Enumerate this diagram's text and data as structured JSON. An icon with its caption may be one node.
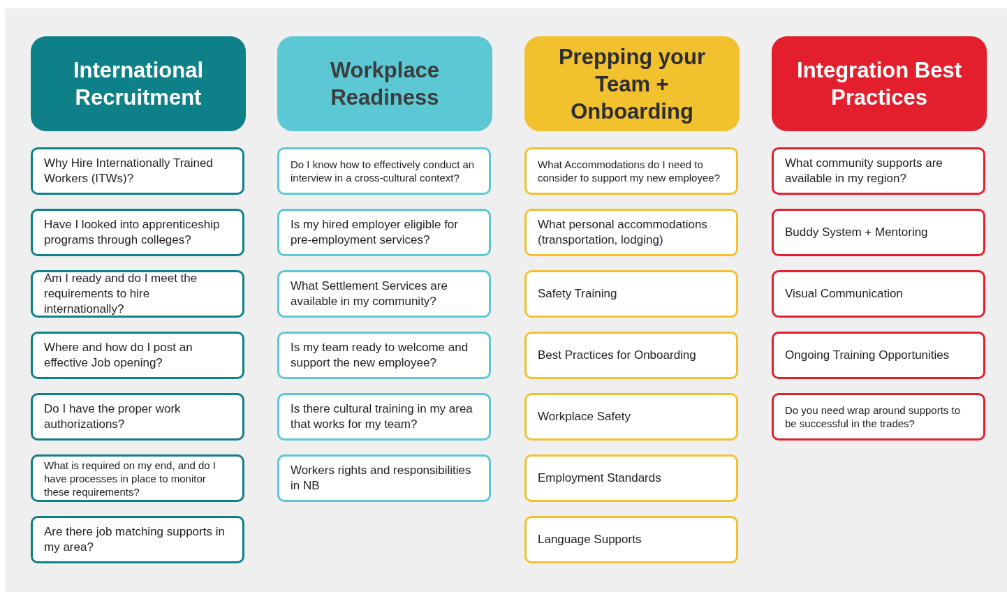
{
  "diagram": {
    "nodes": [
      {
        "text": [
          "International Recruitment"
        ]
      },
      {
        "text": [
          "Why Hire Internationally Trained Workers (ITWs)?"
        ]
      },
      {
        "text": [
          "Have I looked into apprenticeship programs through colleges?"
        ]
      },
      {
        "text": [
          "Am I ready and do I meet the requirements to hire internationally?"
        ]
      },
      {
        "text": [
          "Where and how do I post an effective Job opening?"
        ]
      },
      {
        "text": [
          "Do I have the proper work authorizations?"
        ]
      },
      {
        "text": [
          "What is required on my end, and do I have processes in place to monitor these requirements?"
        ]
      },
      {
        "text": [
          "Are there job matching supports in my area?"
        ]
      },
      {
        "text": [
          "Workplace Readiness"
        ]
      },
      {
        "text": [
          "Do I know how to effectively conduct an interview in a cross-cultural context?"
        ]
      },
      {
        "text": [
          "Is my hired employer eligible for pre-employment services?"
        ]
      },
      {
        "text": [
          "What Settlement Services are available in my community?"
        ]
      },
      {
        "text": [
          "Is my team ready to welcome and support the new employee?"
        ]
      },
      {
        "text": [
          "Is there cultural training in my area that works for my team?"
        ]
      },
      {
        "text": [
          "Workers rights and responsibilities in NB"
        ]
      },
      {
        "text": [
          "Prepping your Team + Onboarding"
        ]
      },
      {
        "text": [
          "What Accommodations do I need to consider to support my new employee?"
        ]
      },
      {
        "text": [
          "What personal accommodations (transportation, lodging)"
        ]
      },
      {
        "text": [
          "Safety Training"
        ]
      },
      {
        "text": [
          "Best Practices for Onboarding"
        ]
      },
      {
        "text": [
          "Workplace Safety"
        ]
      },
      {
        "text": [
          "Employment Standards"
        ]
      },
      {
        "text": [
          "Language Supports"
        ]
      },
      {
        "text": [
          "Integration Best Practices"
        ]
      },
      {
        "text": [
          "What community supports are available in my region?"
        ]
      },
      {
        "text": [
          "Buddy System + Mentoring"
        ]
      },
      {
        "text": [
          "Visual Communication"
        ]
      },
      {
        "text": [
          "Ongoing Training Opportunities"
        ]
      },
      {
        "text": [
          "Do you need wrap around supports to be successful in the trades?"
        ]
      }
    ]
  }
}
